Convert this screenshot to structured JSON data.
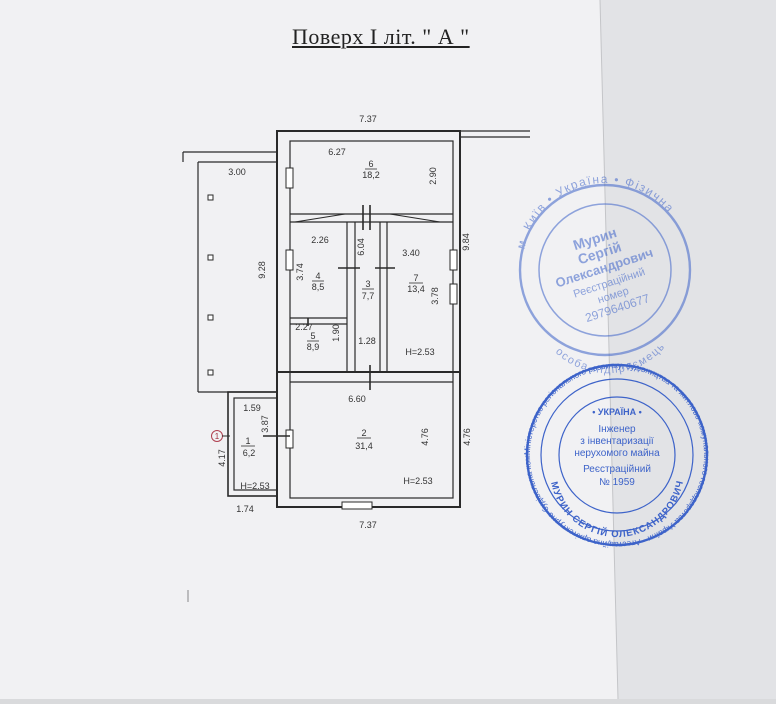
{
  "title": "Поверх I літ. \" А \"",
  "dimensions": {
    "top_width": "7.37",
    "bottom_width": "7.37",
    "room6_width": "6.27",
    "room6_height": "2.90",
    "left_wall": "3.00",
    "left_height": "9.28",
    "right_height_upper": "9.84",
    "room4_width": "2.26",
    "room4_height": "3.74",
    "room3_height": "6.04",
    "room7_width": "3.40",
    "room7_height": "3.78",
    "room5_width": "2.27",
    "room5_height": "1.90",
    "corridor_width": "1.28",
    "room2_width": "6.60",
    "room2_height": "4.76",
    "right_height_lower": "4.76",
    "room1_width": "1.59",
    "room1_height": "3.87",
    "room1_outer_height": "4.17",
    "room1_bottom": "1.74"
  },
  "rooms": [
    {
      "number": "6",
      "area": "18,2"
    },
    {
      "number": "4",
      "area": "8,5"
    },
    {
      "number": "3",
      "area": "7,7"
    },
    {
      "number": "7",
      "area": "13,4"
    },
    {
      "number": "5",
      "area": "8,9"
    },
    {
      "number": "2",
      "area": "31,4"
    },
    {
      "number": "1",
      "area": "6,2"
    }
  ],
  "heights": {
    "room7": "H=2.53",
    "room2": "H=2.53",
    "room1": "H=2.53"
  },
  "entrance_marker": "1",
  "stamp1": {
    "ring_top": "м. Київ • Україна • Фізична",
    "ring_bottom": "особа-підприємець",
    "line1": "Мурин",
    "line2": "Сергій",
    "line3": "Олександрович",
    "line4": "Реєстраційний",
    "line5": "номер",
    "line6": "2979640677"
  },
  "stamp2": {
    "ring_text": "Міністерство регіонального розвитку, будівництва та житлово-комунального господарства України • Атестаційна архітектурно-будівельна комісія",
    "inner_ring": "МУРИН СЕРГІЙ ОЛЕКСАНДРОВИЧ",
    "top": "• УКРАЇНА •",
    "line1": "Інженер",
    "line2": "з інвентаризації",
    "line3": "нерухомого майна",
    "line4": "Реєстраційний",
    "line5": "№ 1959"
  },
  "colors": {
    "paper": "#f1f1f3",
    "line": "#2a2a2a",
    "stamp": "#3d63c9"
  }
}
